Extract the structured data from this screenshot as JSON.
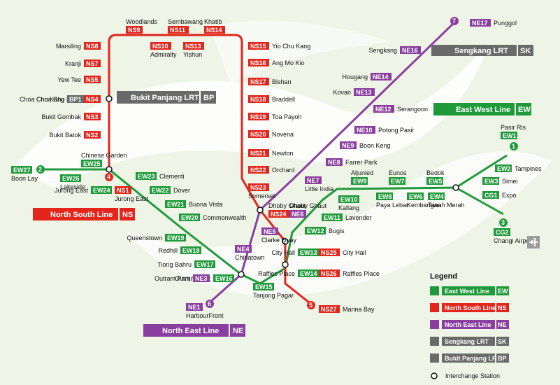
{
  "colors": {
    "ew": "#1f9a3a",
    "ns": "#e3251b",
    "ne": "#8a3fa0",
    "lrt": "#6a6a6a",
    "bus": "#1a86b8",
    "background": "#eef4e6",
    "swirl": "#ffffff"
  },
  "banners": {
    "east_west": {
      "label": "East West Line",
      "code": "EW"
    },
    "north_south": {
      "label": "North South Line",
      "code": "NS"
    },
    "north_east": {
      "label": "North East Line",
      "code": "NE"
    },
    "sengkang_lrt": {
      "label": "Sengkang LRT",
      "code": "SK"
    },
    "bukit_panjang_lrt": {
      "label": "Bukit Panjang LRT",
      "code": "BP"
    }
  },
  "terminus_numbers": {
    "ew_east": "1",
    "ew_west": "2",
    "ew_changi": "3",
    "ns_jurong": "4",
    "ns_marina": "5",
    "ne_harbourfront": "6",
    "ne_punggol": "7"
  },
  "stations": {
    "ns": [
      {
        "code": "NS1",
        "name": "Jurong East"
      },
      {
        "code": "NS2",
        "name": "Bukit Batok"
      },
      {
        "code": "NS3",
        "name": "Bukit Gombak"
      },
      {
        "code": "NS4",
        "name": "Choa Chu Kang"
      },
      {
        "code": "NS5",
        "name": "Yew Tee"
      },
      {
        "code": "NS7",
        "name": "Kranji"
      },
      {
        "code": "NS8",
        "name": "Marsiling"
      },
      {
        "code": "NS9",
        "name": "Woodlands"
      },
      {
        "code": "NS10",
        "name": "Admiralty"
      },
      {
        "code": "NS11",
        "name": "Sembawang"
      },
      {
        "code": "NS13",
        "name": "Yishun"
      },
      {
        "code": "NS14",
        "name": "Khatib"
      },
      {
        "code": "NS15",
        "name": "Yio Chu Kang"
      },
      {
        "code": "NS16",
        "name": "Ang Mo Kio"
      },
      {
        "code": "NS17",
        "name": "Bishan"
      },
      {
        "code": "NS18",
        "name": "Braddell"
      },
      {
        "code": "NS19",
        "name": "Toa Payoh"
      },
      {
        "code": "NS20",
        "name": "Novena"
      },
      {
        "code": "NS21",
        "name": "Newton"
      },
      {
        "code": "NS22",
        "name": "Orchard"
      },
      {
        "code": "NS23",
        "name": "Somerset"
      },
      {
        "code": "NS24",
        "name": "Dhoby Ghaut"
      },
      {
        "code": "NS25",
        "name": "City Hall"
      },
      {
        "code": "NS26",
        "name": "Raffles Place"
      },
      {
        "code": "NS27",
        "name": "Marina Bay"
      }
    ],
    "ew": [
      {
        "code": "EW1",
        "name": "Pasir Ris"
      },
      {
        "code": "EW2",
        "name": "Tampines"
      },
      {
        "code": "EW3",
        "name": "Simei"
      },
      {
        "code": "EW4",
        "name": "Tanah Merah"
      },
      {
        "code": "EW5",
        "name": "Bedok"
      },
      {
        "code": "EW6",
        "name": "Kembangan"
      },
      {
        "code": "EW7",
        "name": "Eunos"
      },
      {
        "code": "EW8",
        "name": "Paya Lebar"
      },
      {
        "code": "EW9",
        "name": "Aljunied"
      },
      {
        "code": "EW10",
        "name": "Kallang"
      },
      {
        "code": "EW11",
        "name": "Lavender"
      },
      {
        "code": "EW12",
        "name": "Bugis"
      },
      {
        "code": "EW13",
        "name": "City Hall"
      },
      {
        "code": "EW14",
        "name": "Raffles Place"
      },
      {
        "code": "EW15",
        "name": "Tanjong Pagar"
      },
      {
        "code": "EW16",
        "name": "Outram Park"
      },
      {
        "code": "EW17",
        "name": "Tiong Bahru"
      },
      {
        "code": "EW18",
        "name": "Redhill"
      },
      {
        "code": "EW19",
        "name": "Queenstown"
      },
      {
        "code": "EW20",
        "name": "Commonwealth"
      },
      {
        "code": "EW21",
        "name": "Buona Vista"
      },
      {
        "code": "EW22",
        "name": "Dover"
      },
      {
        "code": "EW23",
        "name": "Clementi"
      },
      {
        "code": "EW24",
        "name": "Jurong East"
      },
      {
        "code": "EW25",
        "name": "Chinese Garden"
      },
      {
        "code": "EW26",
        "name": "Lakeside"
      },
      {
        "code": "EW27",
        "name": "Boon Lay"
      },
      {
        "code": "CG1",
        "name": "Expo"
      },
      {
        "code": "CG2",
        "name": "Changi Airport"
      }
    ],
    "ne": [
      {
        "code": "NE1",
        "name": "HarbourFront"
      },
      {
        "code": "NE3",
        "name": "Outram Park"
      },
      {
        "code": "NE4",
        "name": "Chinatown"
      },
      {
        "code": "NE5",
        "name": "Clarke Quay"
      },
      {
        "code": "NE6",
        "name": "Dhoby Ghaut"
      },
      {
        "code": "NE7",
        "name": "Little India"
      },
      {
        "code": "NE8",
        "name": "Farrer Park"
      },
      {
        "code": "NE9",
        "name": "Boon Keng"
      },
      {
        "code": "NE10",
        "name": "Potong Pasir"
      },
      {
        "code": "NE12",
        "name": "Serangoon"
      },
      {
        "code": "NE13",
        "name": "Kovan"
      },
      {
        "code": "NE14",
        "name": "Hougang"
      },
      {
        "code": "NE16",
        "name": "Sengkang"
      },
      {
        "code": "NE17",
        "name": "Punggol"
      }
    ],
    "bp": [
      {
        "code": "BP1",
        "name": "Choa Chu Kang"
      }
    ]
  },
  "legend": {
    "title": "Legend",
    "items": [
      {
        "label": "East West Line",
        "code": "EW",
        "line": "ew"
      },
      {
        "label": "North South Line",
        "code": "NS",
        "line": "ns"
      },
      {
        "label": "North East Line",
        "code": "NE",
        "line": "ne"
      },
      {
        "label": "Sengkang LRT",
        "code": "SK",
        "line": "lrt"
      },
      {
        "label": "Bukit Panjang LRT",
        "code": "BP",
        "line": "lrt"
      }
    ],
    "interchange_label": "Interchange Station"
  },
  "icons": {
    "bus": "bus-icon",
    "train": "train-icon",
    "airport": "airplane-icon"
  }
}
